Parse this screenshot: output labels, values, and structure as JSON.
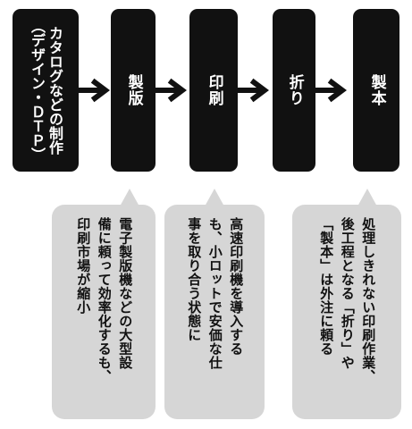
{
  "stages": [
    {
      "label_line1": "カタログなどの制作",
      "label_line2": "（デザイン・ＤＴＰ）"
    },
    {
      "label": "製版"
    },
    {
      "label": "印刷"
    },
    {
      "label": "折り"
    },
    {
      "label": "製本"
    }
  ],
  "notes": [
    {
      "lines": [
        "電子製版機などの大型設",
        "備に頼って効率化するも、",
        "印刷市場が縮小"
      ]
    },
    {
      "lines": [
        "高速印刷機を導入する",
        "も、小ロットで安価な仕",
        "事を取り合う状態に"
      ]
    },
    {
      "lines": [
        "処理しきれない印刷作業、",
        "後工程となる「折り」や",
        "「製本」は外注に頼る"
      ]
    }
  ],
  "colors": {
    "stage_bg": "#111111",
    "stage_text": "#ffffff",
    "bubble_bg": "#d6d6d6",
    "arrow": "#111111"
  }
}
